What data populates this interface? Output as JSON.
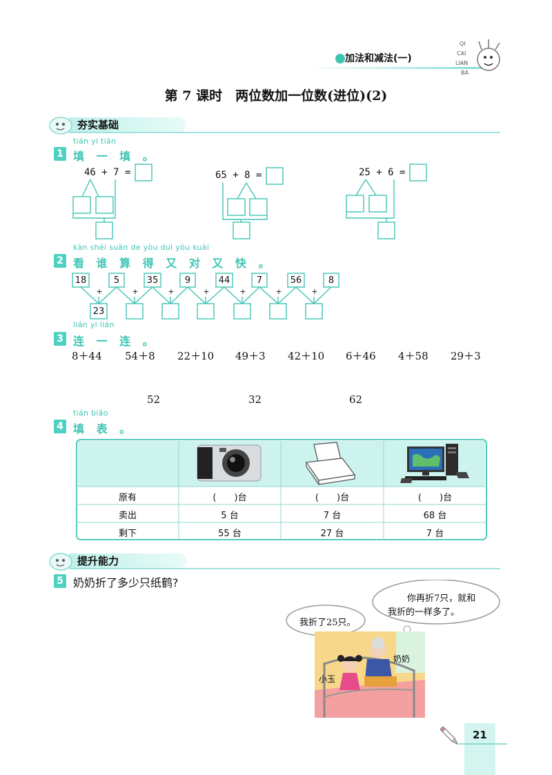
{
  "header": {
    "unit": "加法和减法(一)",
    "logo_letters": [
      "QI",
      "CAI",
      "LIAN",
      "BA"
    ]
  },
  "lesson_title": "第 7 课时　两位数加一位数(进位)(2)",
  "sections": {
    "basic": "夯实基础",
    "advanced": "提升能力"
  },
  "q1": {
    "number": "1",
    "pinyin": "tián yi tián",
    "title": "填 一 填 。",
    "problems": [
      {
        "expr": "46 + 7 ="
      },
      {
        "expr": "65 + 8 ="
      },
      {
        "expr": "25 + 6 ="
      }
    ]
  },
  "q2": {
    "number": "2",
    "pinyin": "kàn shéi suàn de yòu duì yòu kuài",
    "title": "看 谁 算 得 又 对 又 快 。",
    "top_numbers": [
      "18",
      "5",
      "35",
      "9",
      "44",
      "7",
      "56",
      "8"
    ],
    "operator": "+",
    "results": [
      "23",
      "",
      "",
      "",
      "",
      "",
      ""
    ]
  },
  "q3": {
    "number": "3",
    "pinyin": "lián yi lián",
    "title": "连 一 连 。",
    "expressions": [
      "8＋44",
      "54＋8",
      "22＋10",
      "49＋3",
      "42＋10",
      "6＋46",
      "4＋58",
      "29＋3"
    ],
    "answers": [
      "52",
      "32",
      "62"
    ]
  },
  "q4": {
    "number": "4",
    "pinyin": "tián biǎo",
    "title": "填 表 。",
    "items": [
      "camera",
      "printer",
      "computer"
    ],
    "rows": [
      {
        "label": "原有",
        "cells": [
          "(　　)台",
          "(　　)台",
          "(　　)台"
        ]
      },
      {
        "label": "卖出",
        "cells": [
          "5 台",
          "7 台",
          "68 台"
        ]
      },
      {
        "label": "剩下",
        "cells": [
          "55 台",
          "27 台",
          "7 台"
        ]
      }
    ]
  },
  "q5": {
    "number": "5",
    "title": "奶奶折了多少只纸鹤?",
    "bubble_girl": "我折了25只。",
    "bubble_grandma_line1": "你再折7只，就和",
    "bubble_grandma_line2": "我折的一样多了。",
    "label_girl": "小玉",
    "label_grandma": "奶奶"
  },
  "page_number": "21",
  "colors": {
    "accent": "#3fc4b4",
    "table_bg": "#cdf3ee",
    "border": "#53c9bb"
  }
}
